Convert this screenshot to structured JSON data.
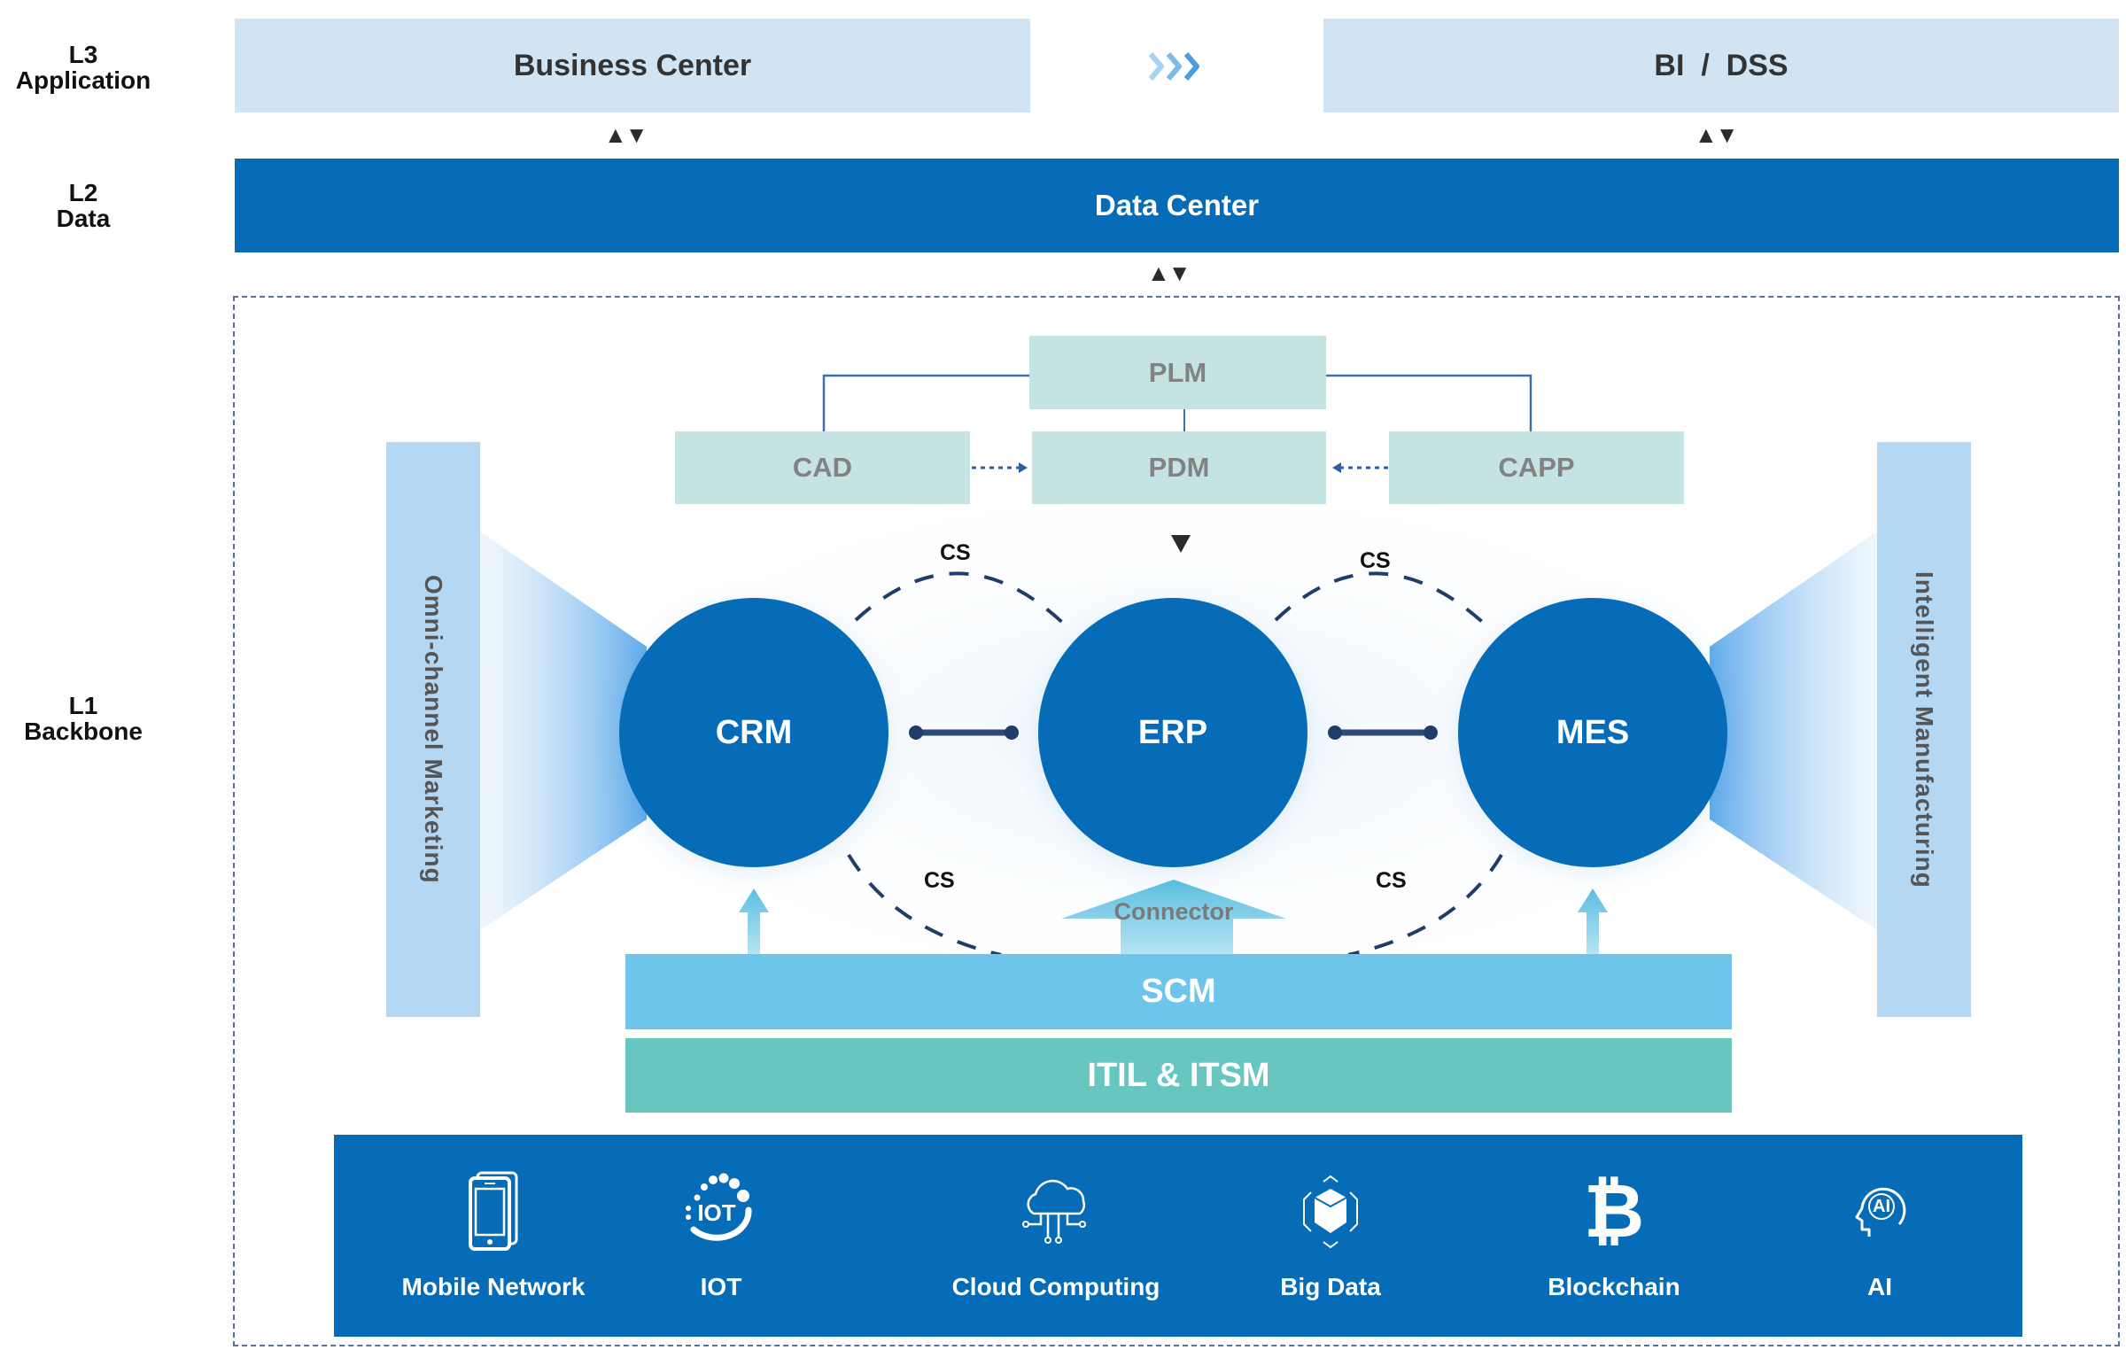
{
  "layers": {
    "l3": {
      "code": "L3",
      "name": "Application"
    },
    "l2": {
      "code": "L2",
      "name": "Data"
    },
    "l1": {
      "code": "L1",
      "name": "Backbone"
    }
  },
  "application": {
    "business_center": "Business Center",
    "bi_dss": "BI  /  DSS",
    "flow_icon": "triple-chevron-right-icon"
  },
  "data_layer": {
    "data_center": "Data Center"
  },
  "bidirectional_arrow": "▲▼",
  "plm_group": {
    "plm": "PLM",
    "cad": "CAD",
    "pdm": "PDM",
    "capp": "CAPP"
  },
  "side_bars": {
    "left": "Omni-channel Marketing",
    "right": "Intelligent Manufacturing"
  },
  "core_systems": {
    "crm": "CRM",
    "erp": "ERP",
    "mes": "MES"
  },
  "cs_labels": [
    "CS",
    "CS",
    "CS",
    "CS"
  ],
  "connector": "Connector",
  "scm": "SCM",
  "itil": "ITIL & ITSM",
  "technologies": [
    {
      "label": "Mobile Network",
      "icon": "mobile-phone-icon"
    },
    {
      "label": "IOT",
      "icon": "iot-icon"
    },
    {
      "label": "Cloud Computing",
      "icon": "cloud-computing-icon"
    },
    {
      "label": "Big Data",
      "icon": "big-data-icon"
    },
    {
      "label": "Blockchain",
      "icon": "bitcoin-icon"
    },
    {
      "label": "AI",
      "icon": "ai-head-icon"
    }
  ],
  "colors": {
    "primary_blue": "#066cb7",
    "light_blue_panel": "#d1e4f3",
    "plm_panel": "#c6e3e3",
    "side_bar": "#b4d8f4",
    "scm": "#6ec5ec",
    "itil": "#67c6c0",
    "connector_line": "#2d4a7a"
  }
}
